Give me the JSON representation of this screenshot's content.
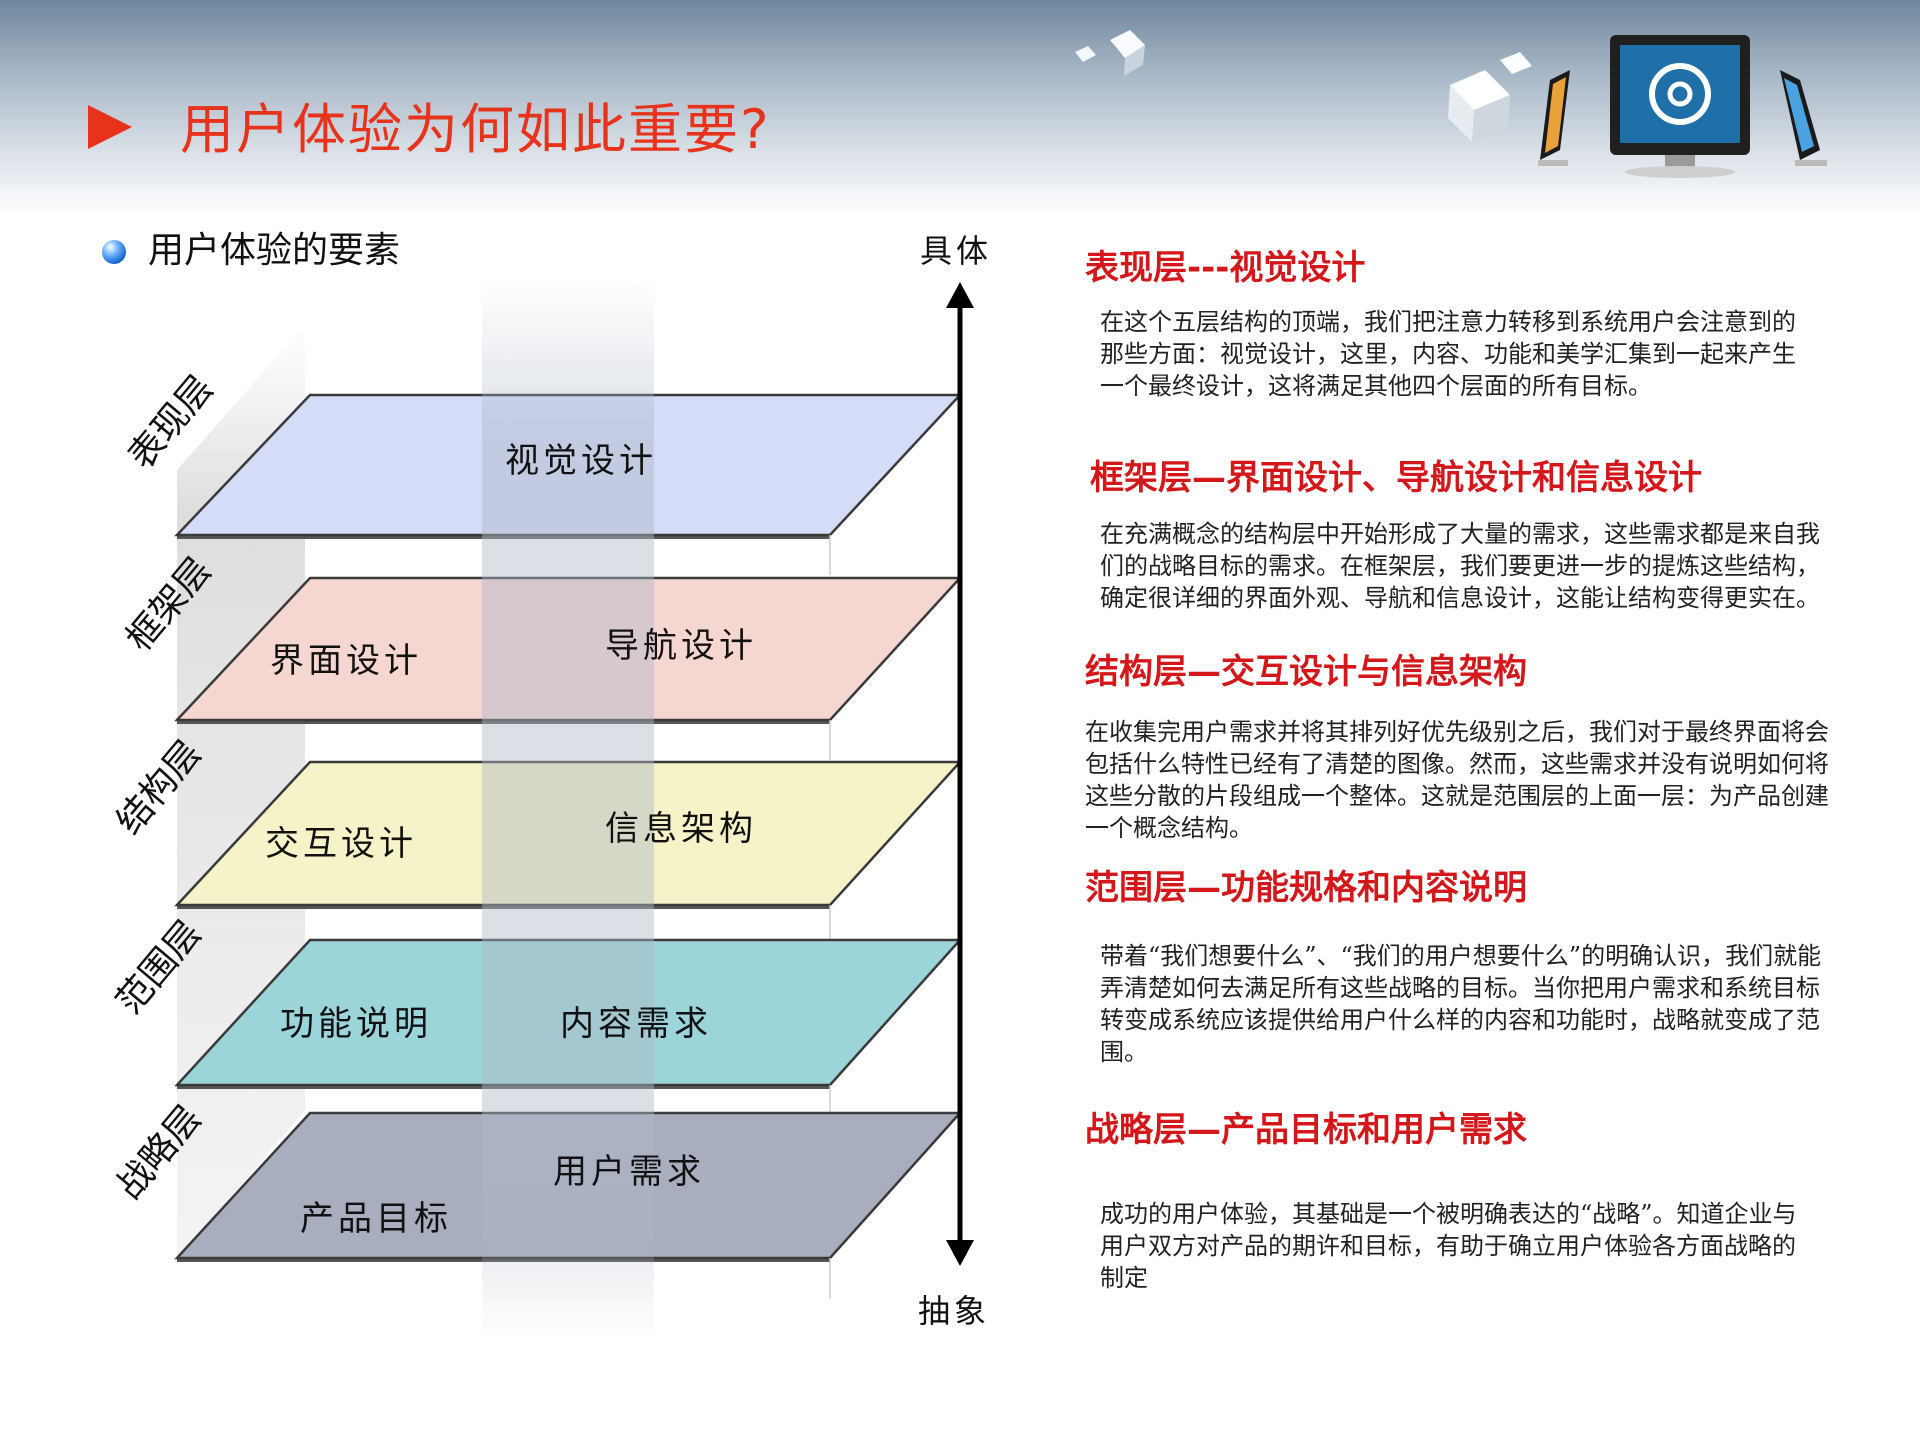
{
  "page": {
    "title": "用户体验为何如此重要?",
    "section_heading": "用户体验的要素"
  },
  "colors": {
    "title_red": "#e8331c",
    "heading_red": "#d3171a",
    "surface_layer": "#d4dcf8",
    "skeleton_layer": "#f6d6d0",
    "structure_layer": "#f6f3c8",
    "scope_layer": "#9cd5d9",
    "strategy_layer": "#a8aebd"
  },
  "diagram": {
    "axis": {
      "top_label": "具体",
      "bottom_label": "抽象"
    },
    "layers": [
      {
        "name": "表现层",
        "cells": [
          "视觉设计"
        ]
      },
      {
        "name": "框架层",
        "cells": [
          "界面设计",
          "导航设计"
        ]
      },
      {
        "name": "结构层",
        "cells": [
          "交互设计",
          "信息架构"
        ]
      },
      {
        "name": "范围层",
        "cells": [
          "功能说明",
          "内容需求"
        ]
      },
      {
        "name": "战略层",
        "cells": [
          "产品目标",
          "用户需求"
        ]
      }
    ]
  },
  "descriptions": [
    {
      "title": "表现层---视觉设计",
      "text": "在这个五层结构的顶端，我们把注意力转移到系统用户会注意到的那些方面：视觉设计，这里，内容、功能和美学汇集到一起来产生一个最终设计，这将满足其他四个层面的所有目标。"
    },
    {
      "title": "框架层—界面设计、导航设计和信息设计",
      "text": "在充满概念的结构层中开始形成了大量的需求，这些需求都是来自我们的战略目标的需求。在框架层，我们要更进一步的提炼这些结构，确定很详细的界面外观、导航和信息设计，这能让结构变得更实在。"
    },
    {
      "title": "结构层—交互设计与信息架构",
      "text": "在收集完用户需求并将其排列好优先级别之后，我们对于最终界面将会包括什么特性已经有了清楚的图像。然而，这些需求并没有说明如何将这些分散的片段组成一个整体。这就是范围层的上面一层：为产品创建一个概念结构。"
    },
    {
      "title": "范围层—功能规格和内容说明",
      "text": "带着“我们想要什么”、“我们的用户想要什么”的明确认识，我们就能弄清楚如何去满足所有这些战略的目标。当你把用户需求和系统目标转变成系统应该提供给用户什么样的内容和功能时，战略就变成了范围。"
    },
    {
      "title": "战略层—产品目标和用户需求",
      "text": "成功的用户体验，其基础是一个被明确表达的“战略”。知道企业与用户双方对产品的期许和目标，有助于确立用户体验各方面战略的制定"
    }
  ]
}
